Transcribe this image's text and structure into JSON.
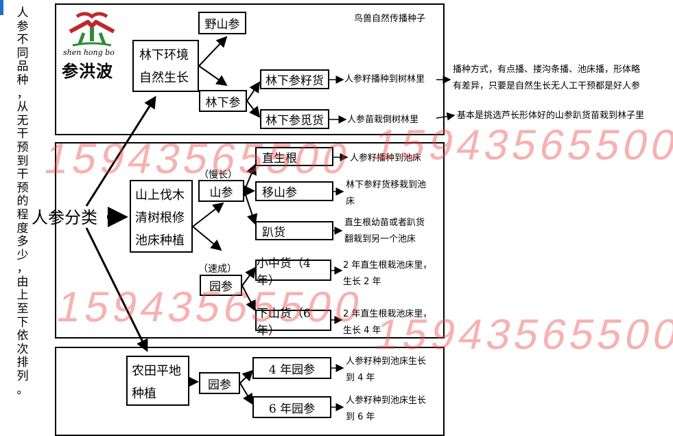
{
  "side_text": [
    "人",
    "参",
    "不",
    "同",
    "品",
    "种",
    "，",
    "从",
    "无",
    "干",
    "预",
    "到",
    "干",
    "预",
    "的",
    "程",
    "度",
    "多",
    "少",
    "，",
    "由",
    "上",
    "至",
    "下",
    "依",
    "次",
    "排",
    "列",
    "。"
  ],
  "logo": {
    "pinyin": "shen hong bo",
    "name": "参洪波"
  },
  "root": "人参分类",
  "watermark": "15943565500",
  "section1": {
    "main": [
      "林下环境",
      "自然生长"
    ],
    "wild": "野山参",
    "wild_note": "鸟兽自然传播种子",
    "forest": "林下参",
    "seed_goods": "林下参籽货",
    "seed_goods_note": "人参籽播种到树林里",
    "seed_goods_detail": [
      "播种方式，有点播、搂沟条播、池床播，形体略",
      "有差异，只要是自然生长无人工干预都是好人参"
    ],
    "found_goods": "林下参觅货",
    "found_goods_note": "人参苗栽倒树林里",
    "found_goods_detail": "基本是挑选芦长形体好的山参趴货苗栽到林子里"
  },
  "section2": {
    "main": [
      "山上伐木",
      "清树根修",
      "池床种植"
    ],
    "slow_label": "（慢长）",
    "mountain": "山参",
    "straight_root": "直生根",
    "straight_root_note": "人参籽播种到池床",
    "transplant": "移山参",
    "transplant_note": [
      "林下参籽货移栽到池",
      "床"
    ],
    "lying": "趴货",
    "lying_note": [
      "直生根幼苗或者趴货",
      "翻栽到另一个池床"
    ],
    "fast_label": "（速成）",
    "garden": "园参",
    "small_mid": "小中货（4 年）",
    "small_mid_note": [
      "2 年直生根栽池床里，",
      "生长 2 年"
    ],
    "down_mountain": "下山货（6 年）",
    "down_mountain_note": [
      "2 年直生根栽池床里，",
      "生长 4 年"
    ]
  },
  "section3": {
    "main": [
      "农田平地",
      "种植"
    ],
    "garden": "园参",
    "four_year": "4 年园参",
    "four_year_note": [
      "人参籽种到池床生长",
      "到 4 年"
    ],
    "six_year": "6 年园参",
    "six_year_note": [
      "人参籽种到池床生长",
      "到 6 年"
    ]
  }
}
